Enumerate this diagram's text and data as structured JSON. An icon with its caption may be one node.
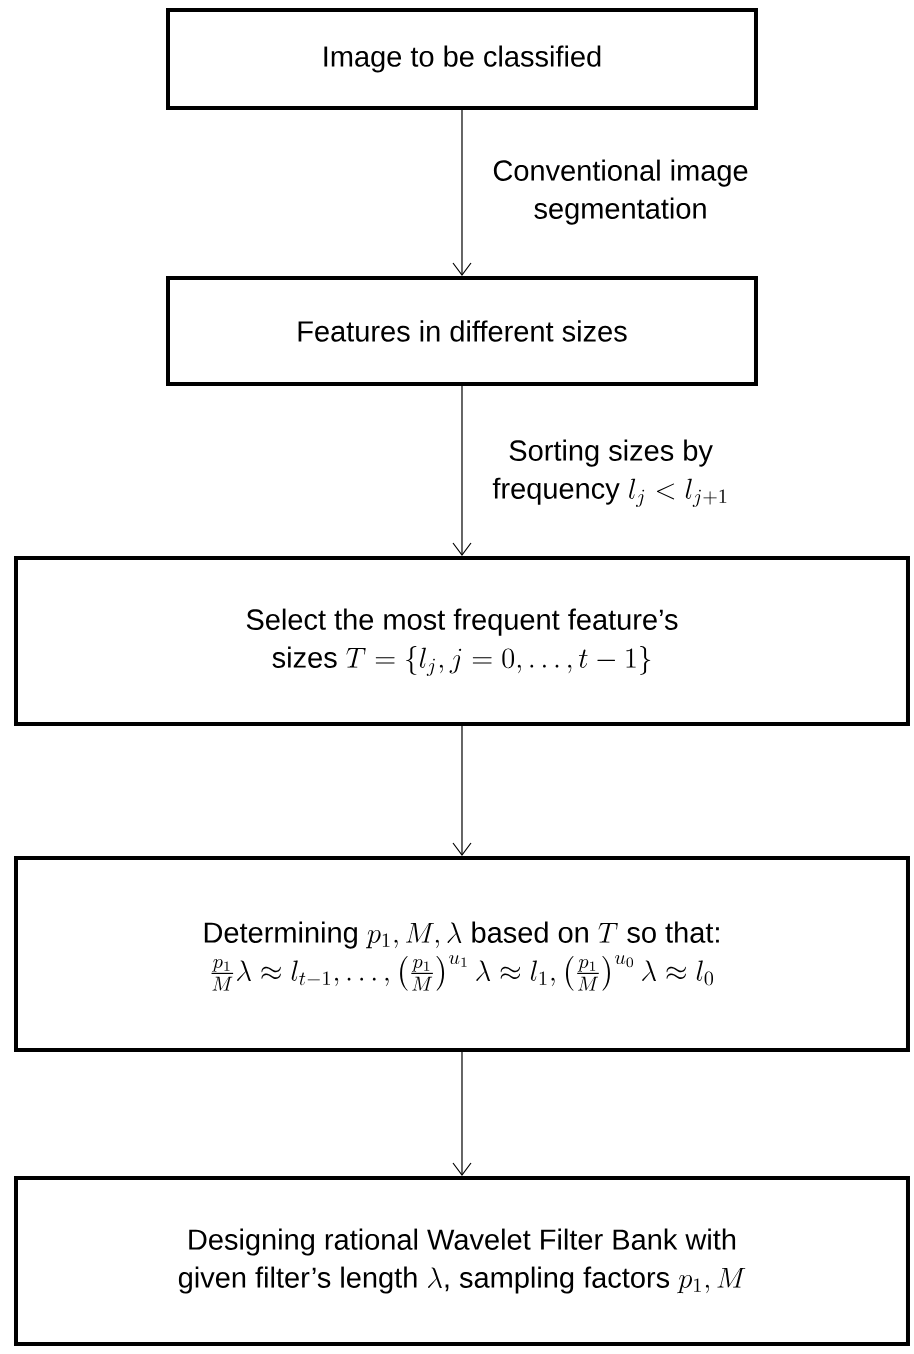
{
  "diagram": {
    "nodes": [
      {
        "text": [
          "\\text{Image to be classified}"
        ]
      },
      {
        "text": [
          "\\text{Features in different sizes}"
        ]
      },
      {
        "text": [
          "\\begin{array}{c}\\text{Select the most frequent feature's}\\\\ \\text{sizes } T=\\{l_j, j=0,\\dots,t-1\\}\\end{array}"
        ]
      },
      {
        "text": [
          "\\begin{array}{c}\\text{Determining } p_1, M, \\lambda \\text{ based on } T \\text{ so that:}\\\\ \\frac{p_1}{M}\\lambda \\approx l_{t-1}, \\dots, \\left(\\frac{p_1}{M}\\right)^{u_1}\\lambda \\approx l_1, \\left(\\frac{p_1}{M}\\right)^{u_0}\\lambda \\approx l_0\\end{array}"
        ]
      },
      {
        "text": [
          "\\begin{array}{c}\\text{Designing rational Wavelet Filter Bank with}\\\\ \\text{given filter's length } \\lambda\\text{, sampling factors } p_1, M\\end{array}"
        ]
      }
    ],
    "edges": [
      {
        "from": 0,
        "to": 1,
        "arrow": "to",
        "label": "\\begin{array}{c}\\text{Conventional image}\\\\ \\text{segmentation}\\end{array}"
      },
      {
        "from": 1,
        "to": 2,
        "arrow": "to",
        "label": "\\begin{array}{c}\\text{Sorting sizes by}\\\\ \\text{frequency } l_j < l_{j+1}\\end{array}"
      },
      {
        "from": 2,
        "to": 3,
        "arrow": "to"
      },
      {
        "from": 3,
        "to": 4,
        "arrow": "to"
      }
    ]
  }
}
